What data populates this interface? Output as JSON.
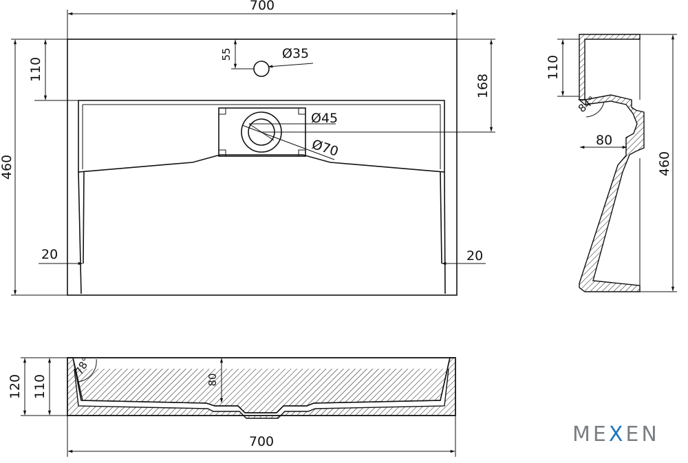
{
  "brand": {
    "prefix": "ME",
    "x_letter": "X",
    "suffix": "EN",
    "text_color": "#7a7f85",
    "x_color": "#1e73be"
  },
  "top_view": {
    "width_label": "700",
    "height_label": "460",
    "tap_offset_label": "110",
    "tap_hole_depth_label": "55",
    "tap_hole_diameter_label": "Ø35",
    "drain_offset_label": "168",
    "drain_inner_diameter_label": "Ø45",
    "drain_outer_diameter_label": "Ø70",
    "left_wall_label": "20",
    "right_wall_label": "20"
  },
  "side_view": {
    "top_depth_label": "110",
    "angle_label": "84°",
    "drain_depth_label": "80",
    "height_label": "460"
  },
  "front_view": {
    "height_outer_label": "120",
    "height_inner_label": "110",
    "angle_label": "78°",
    "basin_depth_label": "80",
    "width_label": "700"
  }
}
